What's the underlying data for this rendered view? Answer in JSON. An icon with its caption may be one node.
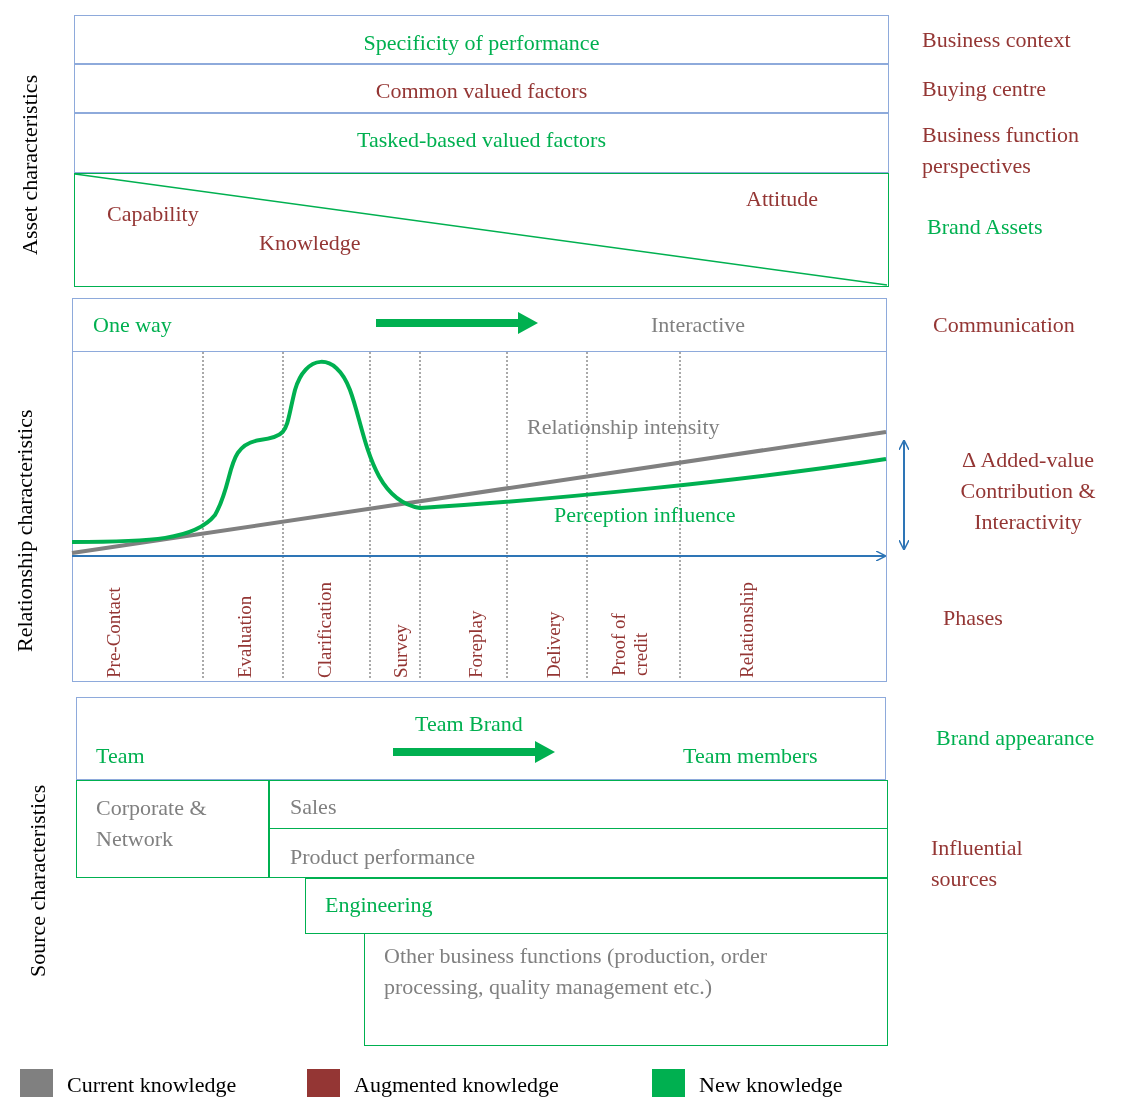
{
  "diagram": {
    "nodes": [
      {
        "text": [
          "Specificity of performance"
        ]
      },
      {
        "text": [
          "Common valued factors"
        ]
      },
      {
        "text": [
          "Tasked-based valued factors"
        ]
      },
      {
        "text": [
          "Capability",
          "Knowledge",
          "Attitude"
        ]
      },
      {
        "text": [
          "One way",
          "Interactive"
        ]
      },
      {
        "text": [
          "Team Brand",
          "Team",
          "Team members"
        ]
      },
      {
        "text": [
          "Corporate & Network"
        ]
      },
      {
        "text": [
          "Sales"
        ]
      },
      {
        "text": [
          "Product performance"
        ]
      },
      {
        "text": [
          "Engineering"
        ]
      },
      {
        "text": [
          "Other business functions (production, order processing, quality management etc.)"
        ]
      }
    ],
    "edges": [],
    "labels": [
      "Asset characteristics",
      "Relationship characteristics",
      "Source characteristics",
      "Business context",
      "Buying centre",
      "Business function perspectives",
      "Brand Assets",
      "Communication",
      "Relationship intensity",
      "Δ Added-value Contribution & Interactivity",
      "Perception influence",
      "Pre-Contact",
      "Evaluation",
      "Clarification",
      "Survey",
      "Foreplay",
      "Delivery",
      "Proof of credit",
      "Relationship",
      "Phases",
      "Brand appearance",
      "Influential sources"
    ],
    "legend": [
      {
        "text": "Current knowledge",
        "color": "#808080"
      },
      {
        "text": "Augmented knowledge",
        "color": "#943634"
      },
      {
        "text": "New knowledge",
        "color": "#00b050"
      }
    ]
  }
}
